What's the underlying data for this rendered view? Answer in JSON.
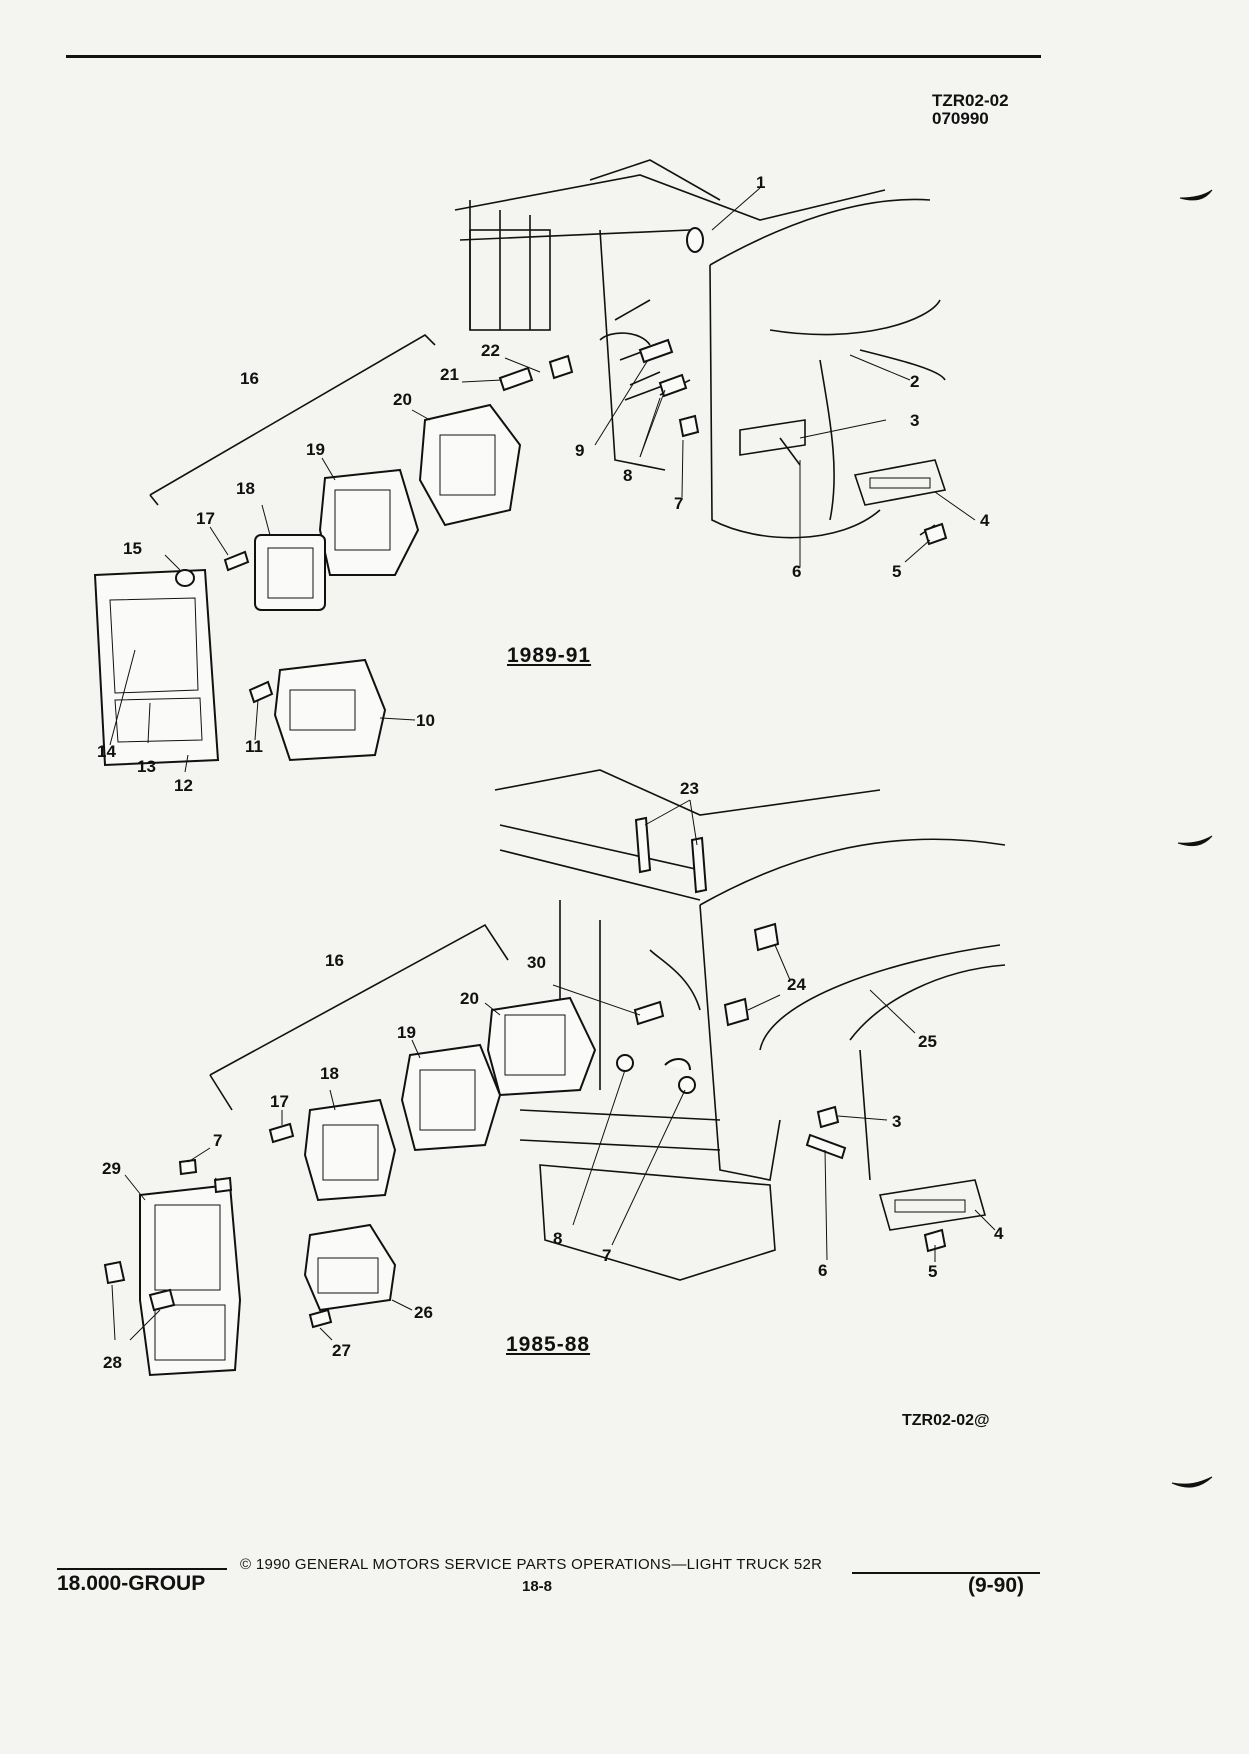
{
  "header": {
    "code": "TZR02-02",
    "date_code": "070990"
  },
  "sections": [
    {
      "year_label": "1989-91",
      "callouts": [
        "1",
        "2",
        "3",
        "4",
        "5",
        "6",
        "7",
        "8",
        "9",
        "10",
        "11",
        "12",
        "13",
        "14",
        "15",
        "16",
        "17",
        "18",
        "19",
        "20",
        "21",
        "22"
      ]
    },
    {
      "year_label": "1985-88",
      "callouts": [
        "3",
        "4",
        "5",
        "6",
        "7",
        "7",
        "8",
        "16",
        "17",
        "18",
        "19",
        "20",
        "23",
        "24",
        "25",
        "26",
        "27",
        "28",
        "29",
        "30"
      ]
    }
  ],
  "figure_ref": "TZR02-02@",
  "footer": {
    "group": "18.000-GROUP",
    "copyright": "© 1990 GENERAL MOTORS SERVICE PARTS OPERATIONS—LIGHT TRUCK 52R",
    "page": "18-8",
    "date": "(9-90)"
  }
}
